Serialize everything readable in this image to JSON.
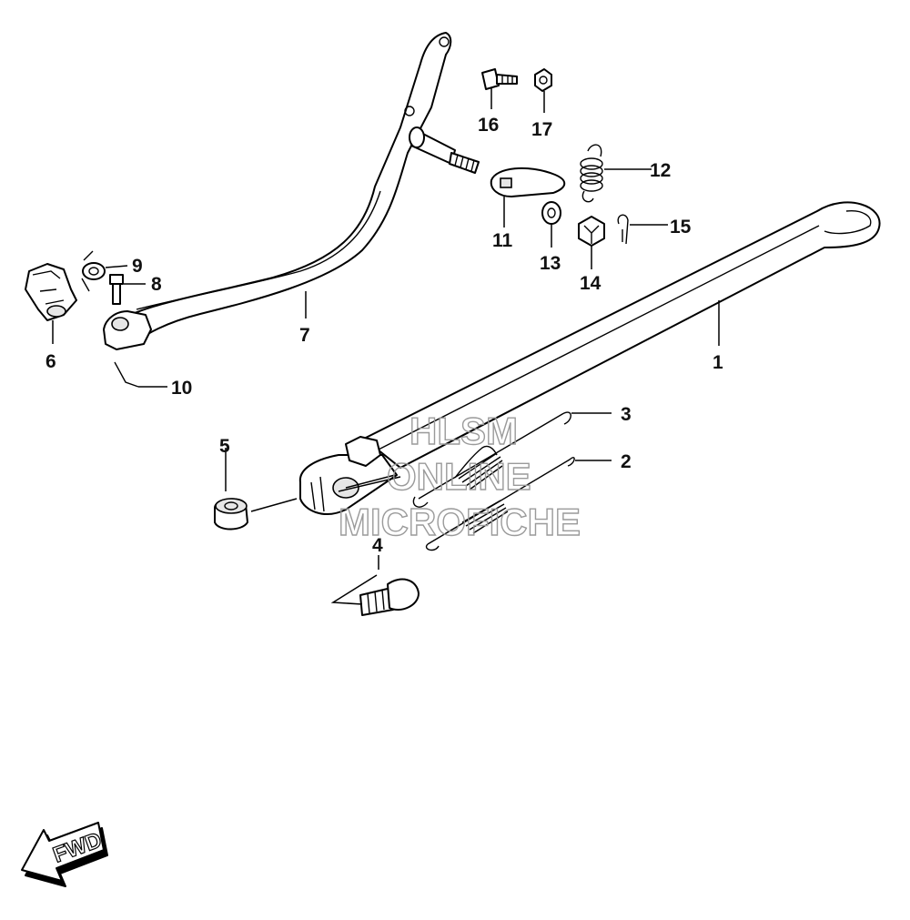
{
  "callouts": {
    "p1": "1",
    "p2": "2",
    "p3": "3",
    "p4": "4",
    "p5": "5",
    "p6": "6",
    "p7": "7",
    "p8": "8",
    "p9": "9",
    "p10": "10",
    "p11": "11",
    "p12": "12",
    "p13": "13",
    "p14": "14",
    "p15": "15",
    "p16": "16",
    "p17": "17"
  },
  "watermark": {
    "line1": "HLSM",
    "line2": "ONLINE",
    "line3": "MICROFICHE"
  },
  "fwd_label": "FWD"
}
